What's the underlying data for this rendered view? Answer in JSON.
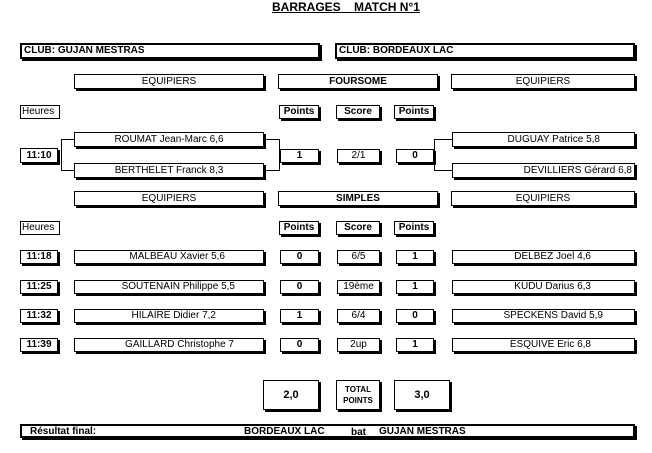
{
  "header": {
    "barrages": "BARRAGES",
    "match": "MATCH N°1"
  },
  "clubs": {
    "left": "CLUB: GUJAN MESTRAS",
    "right": "CLUB: BORDEAUX LAC"
  },
  "foursome": {
    "equipiers_left": "EQUIPIERS",
    "title": "FOURSOME",
    "equipiers_right": "EQUIPIERS",
    "heures_label": "Heures",
    "points_label": "Points",
    "score_label": "Score",
    "time": "11:10",
    "left_players": [
      "ROUMAT Jean-Marc  6,6",
      "BERTHELET Franck  8,3"
    ],
    "right_players": [
      "DUGUAY Patrice  5,8",
      "DEVILLIERS Gérard  6,8"
    ],
    "left_points": "1",
    "score": "2/1",
    "right_points": "0"
  },
  "simples": {
    "equipiers_left": "EQUIPIERS",
    "title": "SIMPLES",
    "equipiers_right": "EQUIPIERS",
    "heures_label": "Heures",
    "points_label": "Points",
    "score_label": "Score",
    "matches": [
      {
        "time": "11:18",
        "left": "MALBEAU Xavier  5,6",
        "left_points": "0",
        "score": "6/5",
        "right_points": "1",
        "right": "DELBEZ Joel  4,6"
      },
      {
        "time": "11:25",
        "left": "SOUTENAIN Philippe  5,5",
        "left_points": "0",
        "score": "19ème",
        "right_points": "1",
        "right": "KUDU Darius  6,3"
      },
      {
        "time": "11:32",
        "left": "HILAIRE Didier  7,2",
        "left_points": "1",
        "score": "6/4",
        "right_points": "0",
        "right": "SPECKENS David  5,9"
      },
      {
        "time": "11:39",
        "left": "GAILLARD Christophe  7",
        "left_points": "0",
        "score": "2up",
        "right_points": "1",
        "right": "ESQUIVE Eric  6,8"
      }
    ]
  },
  "totals": {
    "left": "2,0",
    "label_line1": "TOTAL",
    "label_line2": "POINTS",
    "right": "3,0"
  },
  "result": {
    "label": "Résultat final:",
    "winner": "BORDEAUX LAC",
    "verb": "bat",
    "loser": "GUJAN MESTRAS"
  }
}
